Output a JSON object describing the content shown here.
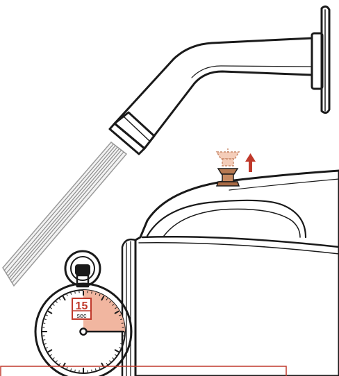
{
  "timer": {
    "seconds_value": "15",
    "seconds_unit": "sec",
    "elapsed_fraction": 0.25
  },
  "colors": {
    "accent": "#c0392b",
    "elapsed_fill": "#f1b6a0",
    "copper": "#b87a52",
    "valve_ghost": "#e9b9a2",
    "outline": "#1a1a1a"
  },
  "icons": [
    "shower-head-icon",
    "water-spray-icon",
    "pressure-cooker-icon",
    "pressure-valve-icon",
    "arrow-up-icon",
    "stopwatch-icon"
  ]
}
